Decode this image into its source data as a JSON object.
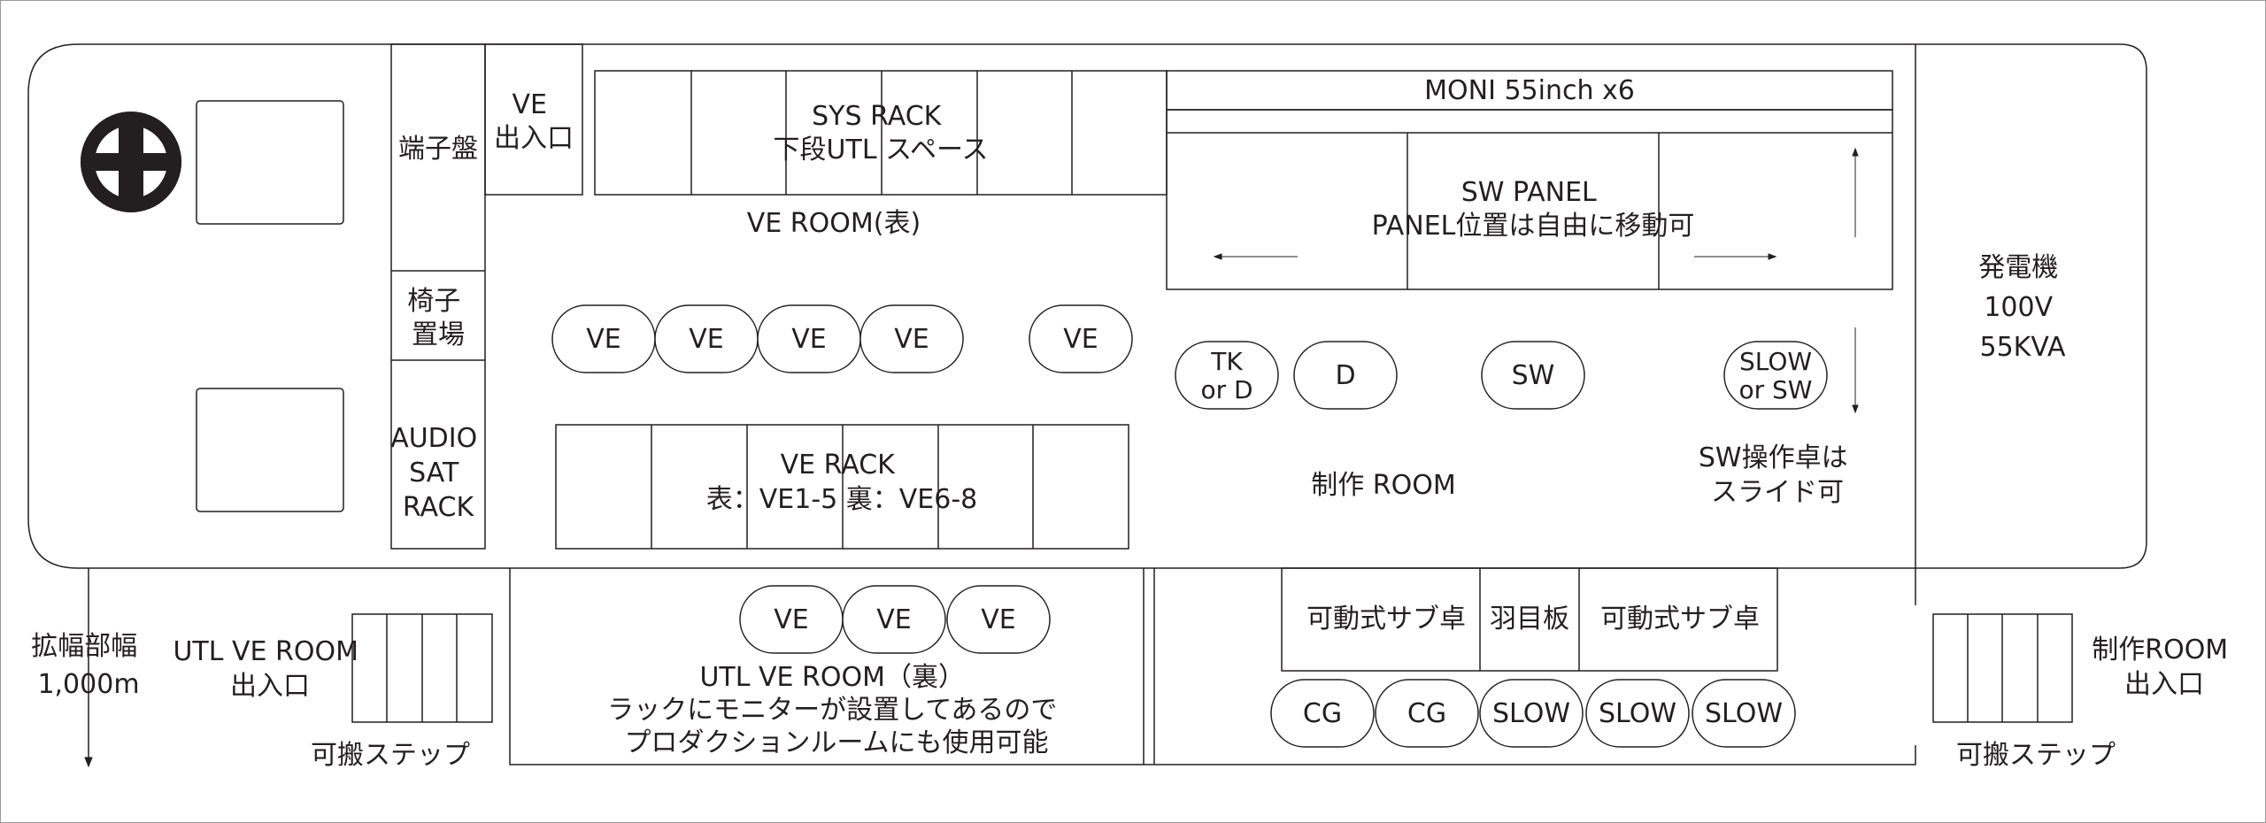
{
  "colors": {
    "ink": "#231f20",
    "background": "#ffffff",
    "border": "#999999"
  },
  "steering_icon": "steering-wheel-icon",
  "labels": {
    "terminal_panel": "端子盤",
    "ve_entrance": [
      "VE",
      "出入口"
    ],
    "chair_storage": [
      "椅子",
      "置場"
    ],
    "audio_rack": [
      "AUDIO",
      "SAT",
      "RACK"
    ],
    "sys_rack": [
      "SYS  RACK",
      "下段UTL スペース"
    ],
    "ve_room_front": "VE ROOM(表)",
    "ve_rack": [
      "VE  RACK",
      "表：VE1-5  裏：VE6-8"
    ],
    "moni": "MONI 55inch x6",
    "sw_panel": [
      "SW PANEL",
      "PANEL位置は自由に移動可"
    ],
    "production_room": "制作 ROOM",
    "sw_slide": [
      "SW操作卓は",
      "スライド可"
    ],
    "generator": [
      "発電機",
      "100V",
      "55KVA"
    ],
    "extension_width": [
      "拡幅部幅",
      "1,000m"
    ],
    "utl_ve_entrance": [
      "UTL VE ROOM",
      "出入口"
    ],
    "portable_step_left": "可搬ステップ",
    "utl_ve_room": [
      "UTL VE ROOM（裏）",
      "ラックにモニターが設置してあるので",
      "プロダクションルームにも使用可能"
    ],
    "sub_desk_left": "可動式サブ卓",
    "siding": "羽目板",
    "sub_desk_right": "可動式サブ卓",
    "production_entrance": [
      "制作ROOM",
      "出入口"
    ],
    "portable_step_right": "可搬ステップ"
  },
  "seats": {
    "ve_row_upper": [
      "VE",
      "VE",
      "VE",
      "VE"
    ],
    "ve_single": "VE",
    "production_row": [
      "TK\nor D",
      "D",
      "SW",
      "SLOW\nor SW"
    ],
    "utl_ve_row": [
      "VE",
      "VE",
      "VE"
    ],
    "bottom_row": [
      "CG",
      "CG",
      "SLOW",
      "SLOW",
      "SLOW"
    ]
  }
}
